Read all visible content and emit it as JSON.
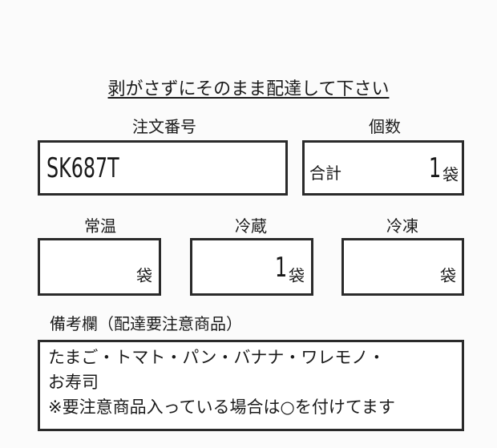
{
  "title": "剥がさずにそのまま配達して下さい",
  "order": {
    "label": "注文番号",
    "value": "SK687T"
  },
  "count": {
    "label": "個数",
    "total_label": "合計",
    "value": "1",
    "unit": "袋"
  },
  "storage": [
    {
      "label": "常温",
      "value": "",
      "unit": "袋"
    },
    {
      "label": "冷蔵",
      "value": "1",
      "unit": "袋"
    },
    {
      "label": "冷凍",
      "value": "",
      "unit": "袋"
    }
  ],
  "remarks": {
    "label": "備考欄（配達要注意商品）",
    "lines": [
      "たまご・トマト・パン・バナナ・ワレモノ・",
      "お寿司",
      "※要注意商品入っている場合は○を付けてます"
    ]
  }
}
